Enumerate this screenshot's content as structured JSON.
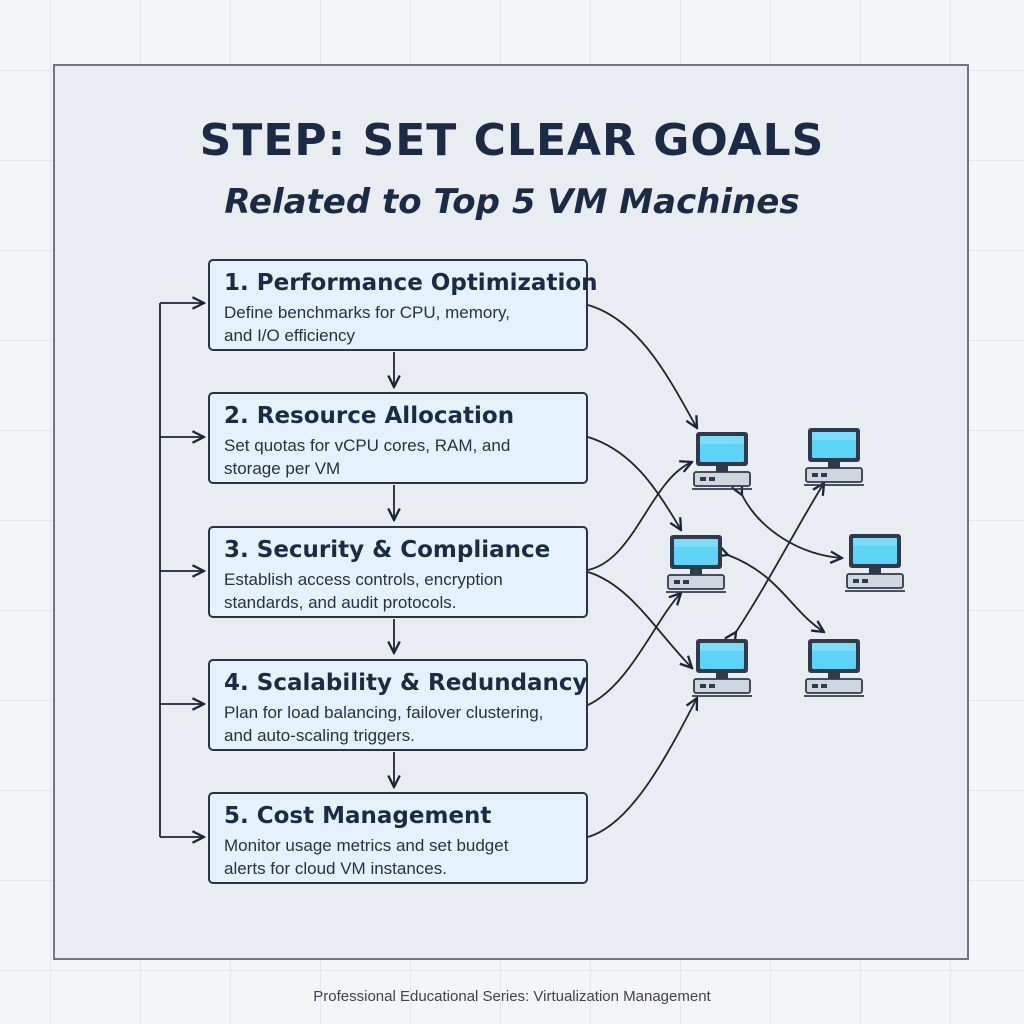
{
  "header": {
    "title": "STEP: SET CLEAR GOALS",
    "subtitle": "Related to Top 5 VM Machines"
  },
  "steps": [
    {
      "title": "1. Performance Optimization",
      "description": "Define benchmarks for CPU, memory,\nand I/O efficiency"
    },
    {
      "title": "2. Resource Allocation",
      "description": "Set quotas for vCPU cores, RAM, and\nstorage per VM"
    },
    {
      "title": "3. Security & Compliance",
      "description": "Establish access controls, encryption\nstandards, and audit protocols."
    },
    {
      "title": "4. Scalability & Redundancy",
      "description": "Plan for load balancing, failover clustering,\nand auto-scaling triggers."
    },
    {
      "title": "5. Cost Management",
      "description": "Monitor usage metrics and set budget\nalerts for cloud VM instances."
    }
  ],
  "vm_icons": [
    "computer-icon",
    "computer-icon",
    "computer-icon",
    "computer-icon",
    "computer-icon",
    "computer-icon",
    "computer-icon"
  ],
  "colors": {
    "title": "#1c2b45",
    "box_fill": "#e6f2fb",
    "box_border": "#2b3346",
    "screen": "#5fd3f5",
    "line": "#1c2438"
  },
  "footer": {
    "caption": "Professional Educational Series: Virtualization Management"
  }
}
